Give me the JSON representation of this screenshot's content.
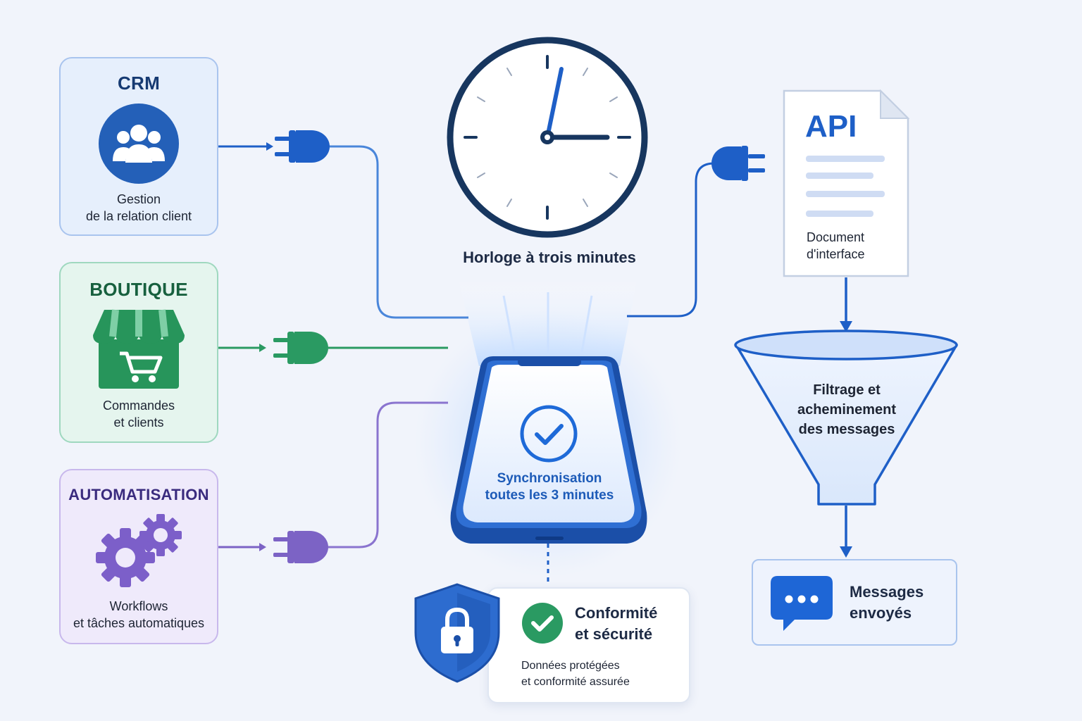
{
  "crm": {
    "title": "CRM",
    "subtitle_line1": "Gestion",
    "subtitle_line2": "de la relation client"
  },
  "boutique": {
    "title": "BOUTIQUE",
    "subtitle_line1": "Commandes",
    "subtitle_line2": "et clients"
  },
  "automatisation": {
    "title": "AUTOMATISATION",
    "subtitle_line1": "Workflows",
    "subtitle_line2": "et tâches automatiques"
  },
  "clock": {
    "caption": "Horloge à trois minutes"
  },
  "phone": {
    "line1": "Synchronisation",
    "line2": "toutes les 3 minutes"
  },
  "api": {
    "label": "API",
    "line1": "Document",
    "line2": "d'interface"
  },
  "funnel": {
    "line1": "Filtrage et",
    "line2": "acheminement",
    "line3": "des messages"
  },
  "messages": {
    "line1": "Messages",
    "line2": "envoyés"
  },
  "security": {
    "title_line1": "Conformité",
    "title_line2": "et sécurité",
    "sub_line1": "Données protégées",
    "sub_line2": "et conformité assurée"
  },
  "colors": {
    "blue": "#1e5fc7",
    "green": "#2a9a62",
    "purple": "#7c63c5",
    "navy": "#17365f"
  }
}
